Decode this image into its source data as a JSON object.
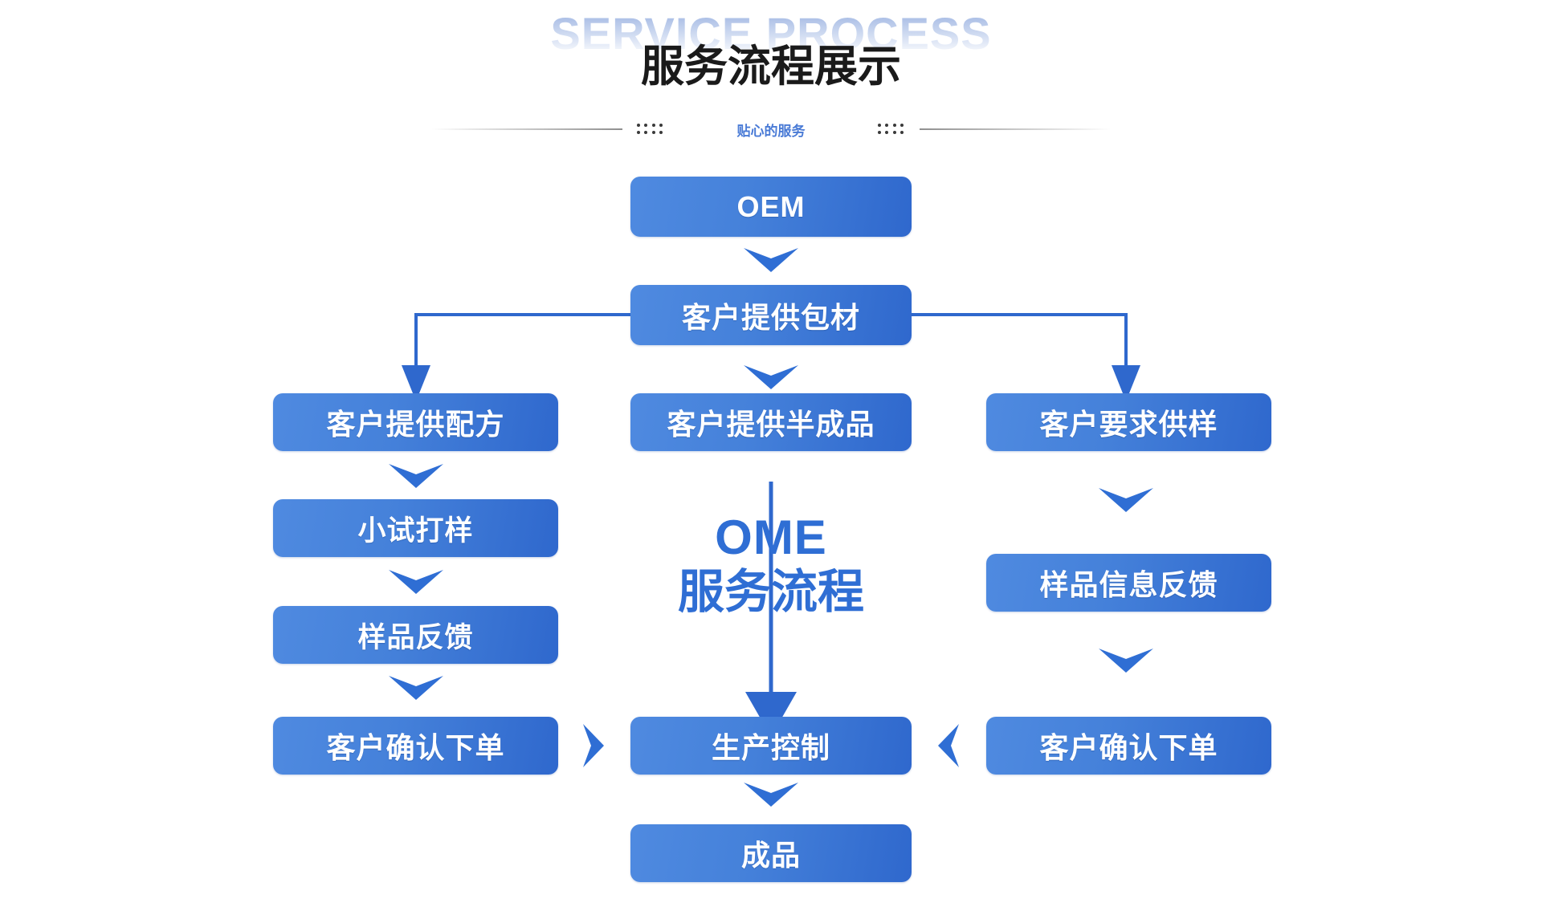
{
  "header": {
    "background_title": "SERVICE PROCESS",
    "title": "服务流程展示",
    "subtitle": "贴心的服务"
  },
  "center_label": {
    "latin": "OME",
    "cjk": "服务流程"
  },
  "colors": {
    "box_gradient_start": "#4f8ae0",
    "box_gradient_end": "#2f68cd",
    "accent_blue": "#2f6ed4",
    "subtitle_blue": "#4a7bd6",
    "connector_blue": "#2f68cd",
    "background": "#ffffff",
    "title_text": "#1a1a1a",
    "bg_title_text": "#b9c9ea"
  },
  "chart_data": {
    "type": "diagram",
    "title": "OME 服务流程",
    "nodes": [
      {
        "id": "oem",
        "label": "OEM",
        "column": "center",
        "row": 0
      },
      {
        "id": "pkg",
        "label": "客户提供包材",
        "column": "center",
        "row": 1
      },
      {
        "id": "formula",
        "label": "客户提供配方",
        "column": "left",
        "row": 2
      },
      {
        "id": "semi",
        "label": "客户提供半成品",
        "column": "center",
        "row": 2
      },
      {
        "id": "sample-req",
        "label": "客户要求供样",
        "column": "right",
        "row": 2
      },
      {
        "id": "trial",
        "label": "小试打样",
        "column": "left",
        "row": 3
      },
      {
        "id": "sample-fb",
        "label": "样品反馈",
        "column": "left",
        "row": 4
      },
      {
        "id": "sample-info",
        "label": "样品信息反馈",
        "column": "right",
        "row": 3
      },
      {
        "id": "order-left",
        "label": "客户确认下单",
        "column": "left",
        "row": 5
      },
      {
        "id": "prod-ctrl",
        "label": "生产控制",
        "column": "center",
        "row": 5
      },
      {
        "id": "order-right",
        "label": "客户确认下单",
        "column": "right",
        "row": 5
      },
      {
        "id": "finished",
        "label": "成品",
        "column": "center",
        "row": 6
      }
    ],
    "edges": [
      {
        "from": "oem",
        "to": "pkg",
        "style": "chevron-down"
      },
      {
        "from": "pkg",
        "to": "formula",
        "style": "elbow-left-down"
      },
      {
        "from": "pkg",
        "to": "semi",
        "style": "chevron-down"
      },
      {
        "from": "pkg",
        "to": "sample-req",
        "style": "elbow-right-down"
      },
      {
        "from": "formula",
        "to": "trial",
        "style": "chevron-down"
      },
      {
        "from": "trial",
        "to": "sample-fb",
        "style": "chevron-down"
      },
      {
        "from": "sample-fb",
        "to": "order-left",
        "style": "chevron-down"
      },
      {
        "from": "sample-req",
        "to": "sample-info",
        "style": "chevron-down"
      },
      {
        "from": "sample-info",
        "to": "order-right",
        "style": "chevron-down"
      },
      {
        "from": "semi",
        "to": "prod-ctrl",
        "style": "line-arrow-down"
      },
      {
        "from": "order-left",
        "to": "prod-ctrl",
        "style": "chevron-right"
      },
      {
        "from": "order-right",
        "to": "prod-ctrl",
        "style": "chevron-left"
      },
      {
        "from": "prod-ctrl",
        "to": "finished",
        "style": "chevron-down"
      }
    ]
  }
}
